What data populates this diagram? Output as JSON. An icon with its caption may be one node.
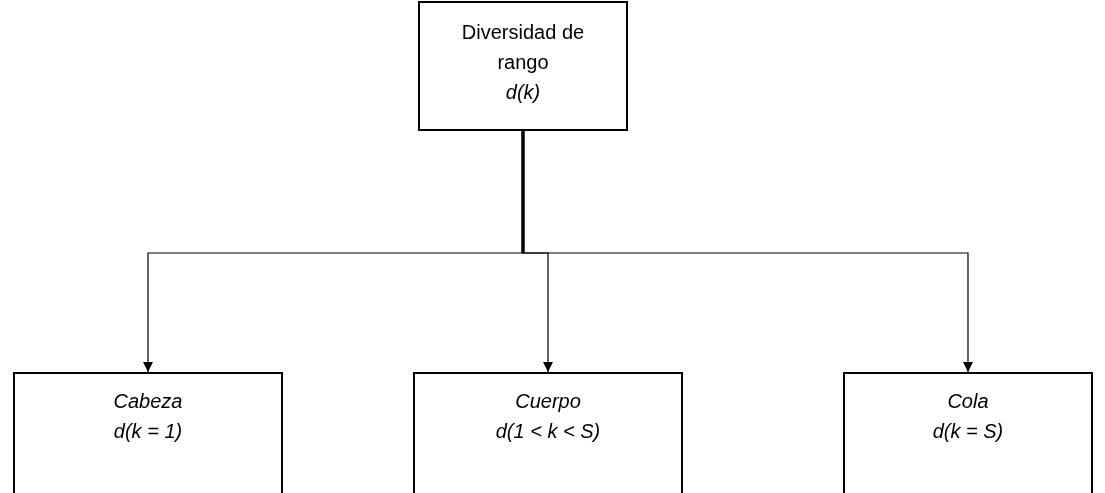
{
  "diagram": {
    "nodes": [
      {
        "text": [
          "Diversidad de rango",
          "d(k)"
        ]
      },
      {
        "text": [
          "Cabeza",
          "d(k = 1)"
        ]
      },
      {
        "text": [
          "Cuerpo",
          "d(1 < k < S)"
        ]
      },
      {
        "text": [
          "Cola",
          "d(k = S)"
        ]
      }
    ],
    "edges": [
      {
        "from": 0,
        "to": 1,
        "arrow": "to"
      },
      {
        "from": 0,
        "to": 2,
        "arrow": "to"
      },
      {
        "from": 0,
        "to": 3,
        "arrow": "to"
      }
    ]
  }
}
